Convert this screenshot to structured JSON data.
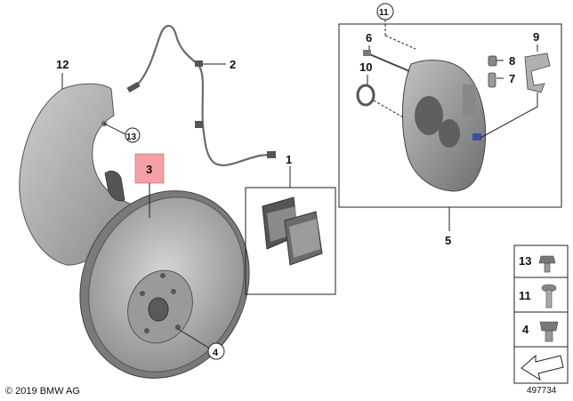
{
  "callouts": {
    "c1": "1",
    "c2": "2",
    "c3": "3",
    "c4": "4",
    "c5": "5",
    "c6": "6",
    "c7": "7",
    "c8": "8",
    "c9": "9",
    "c10": "10",
    "c11": "11",
    "c12": "12",
    "c13": "13"
  },
  "fastener_box": {
    "items": [
      "13",
      "11",
      "4"
    ]
  },
  "colors": {
    "highlight": "#f4a0a6",
    "part_gray": "#a6a6a6",
    "dark_gray": "#6b6b6b",
    "line": "#222222"
  },
  "footer": {
    "copyright": "© 2019 BMW AG",
    "diagram_number": "497734"
  }
}
